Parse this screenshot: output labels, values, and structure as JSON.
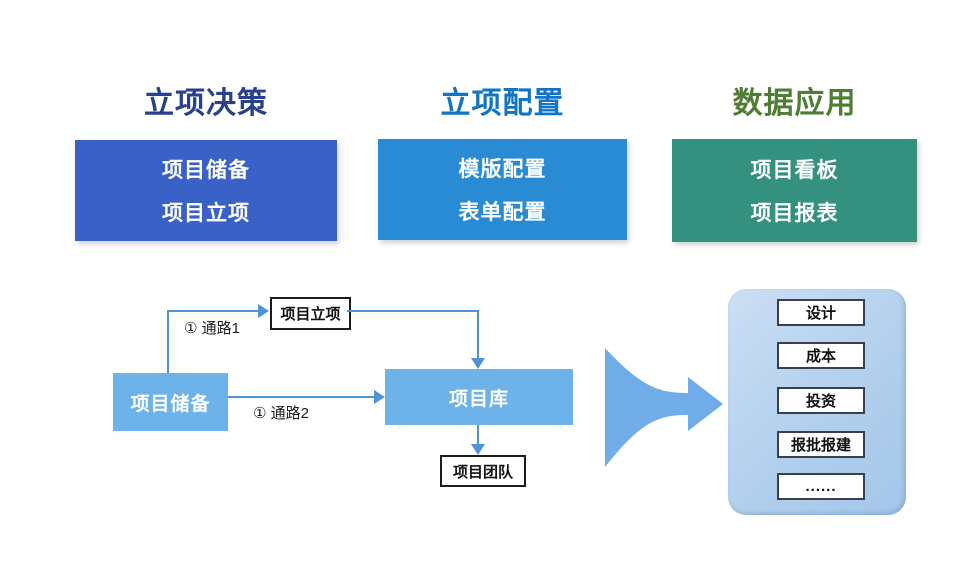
{
  "columns": [
    {
      "title": "立项决策",
      "title_color": "#27418E",
      "box_color": "#3A62C6",
      "items": [
        "项目储备",
        "项目立项"
      ]
    },
    {
      "title": "立项配置",
      "title_color": "#1274C5",
      "box_color": "#2A8BD5",
      "items": [
        "模版配置",
        "表单配置"
      ]
    },
    {
      "title": "数据应用",
      "title_color": "#4E7D33",
      "box_color": "#34917F",
      "items": [
        "项目看板",
        "项目报表"
      ]
    }
  ],
  "flow": {
    "reserve": "项目储备",
    "approval": "项目立项",
    "pool": "项目库",
    "team": "项目团队",
    "path1_label": "① 通路1",
    "path2_label": "① 通路2"
  },
  "panel": {
    "items": [
      "设计",
      "成本",
      "投资",
      "报批报建",
      "......"
    ]
  },
  "colors": {
    "flow_box": "#6DB3EA",
    "connector": "#4E93D8",
    "funnel_arrow": "#6FACE8",
    "panel_bg": "#B6D2EE"
  }
}
